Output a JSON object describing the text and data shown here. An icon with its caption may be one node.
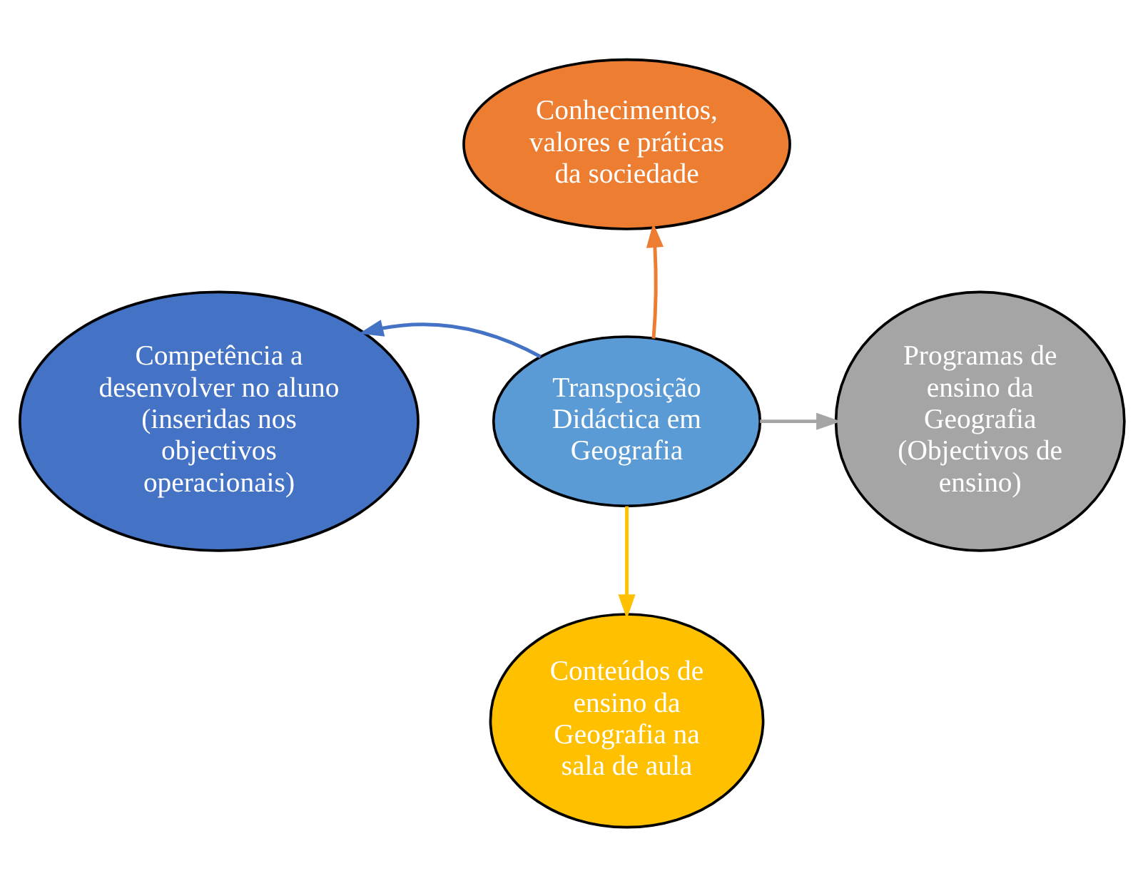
{
  "diagram": {
    "nodes": [
      {
        "text": [
          "Transposição Didáctica em Geografia"
        ]
      },
      {
        "text": [
          "Conhecimentos, valores e práticas da sociedade"
        ]
      },
      {
        "text": [
          "Competência a desenvolver no aluno (inseridas nos objectivos operacionais)"
        ]
      },
      {
        "text": [
          "Programas de ensino da Geografia (Objectivos de ensino)"
        ]
      },
      {
        "text": [
          "Conteúdos de ensino da Geografia na sala de aula"
        ]
      }
    ],
    "edges": [
      {
        "from": 0,
        "to": 1,
        "arrow": "to",
        "color": "#ed7d31"
      },
      {
        "from": 0,
        "to": 2,
        "arrow": "to",
        "color": "#4472c4"
      },
      {
        "from": 0,
        "to": 3,
        "arrow": "to",
        "color": "#a5a5a5"
      },
      {
        "from": 0,
        "to": 4,
        "arrow": "to",
        "color": "#ffc000"
      }
    ]
  }
}
